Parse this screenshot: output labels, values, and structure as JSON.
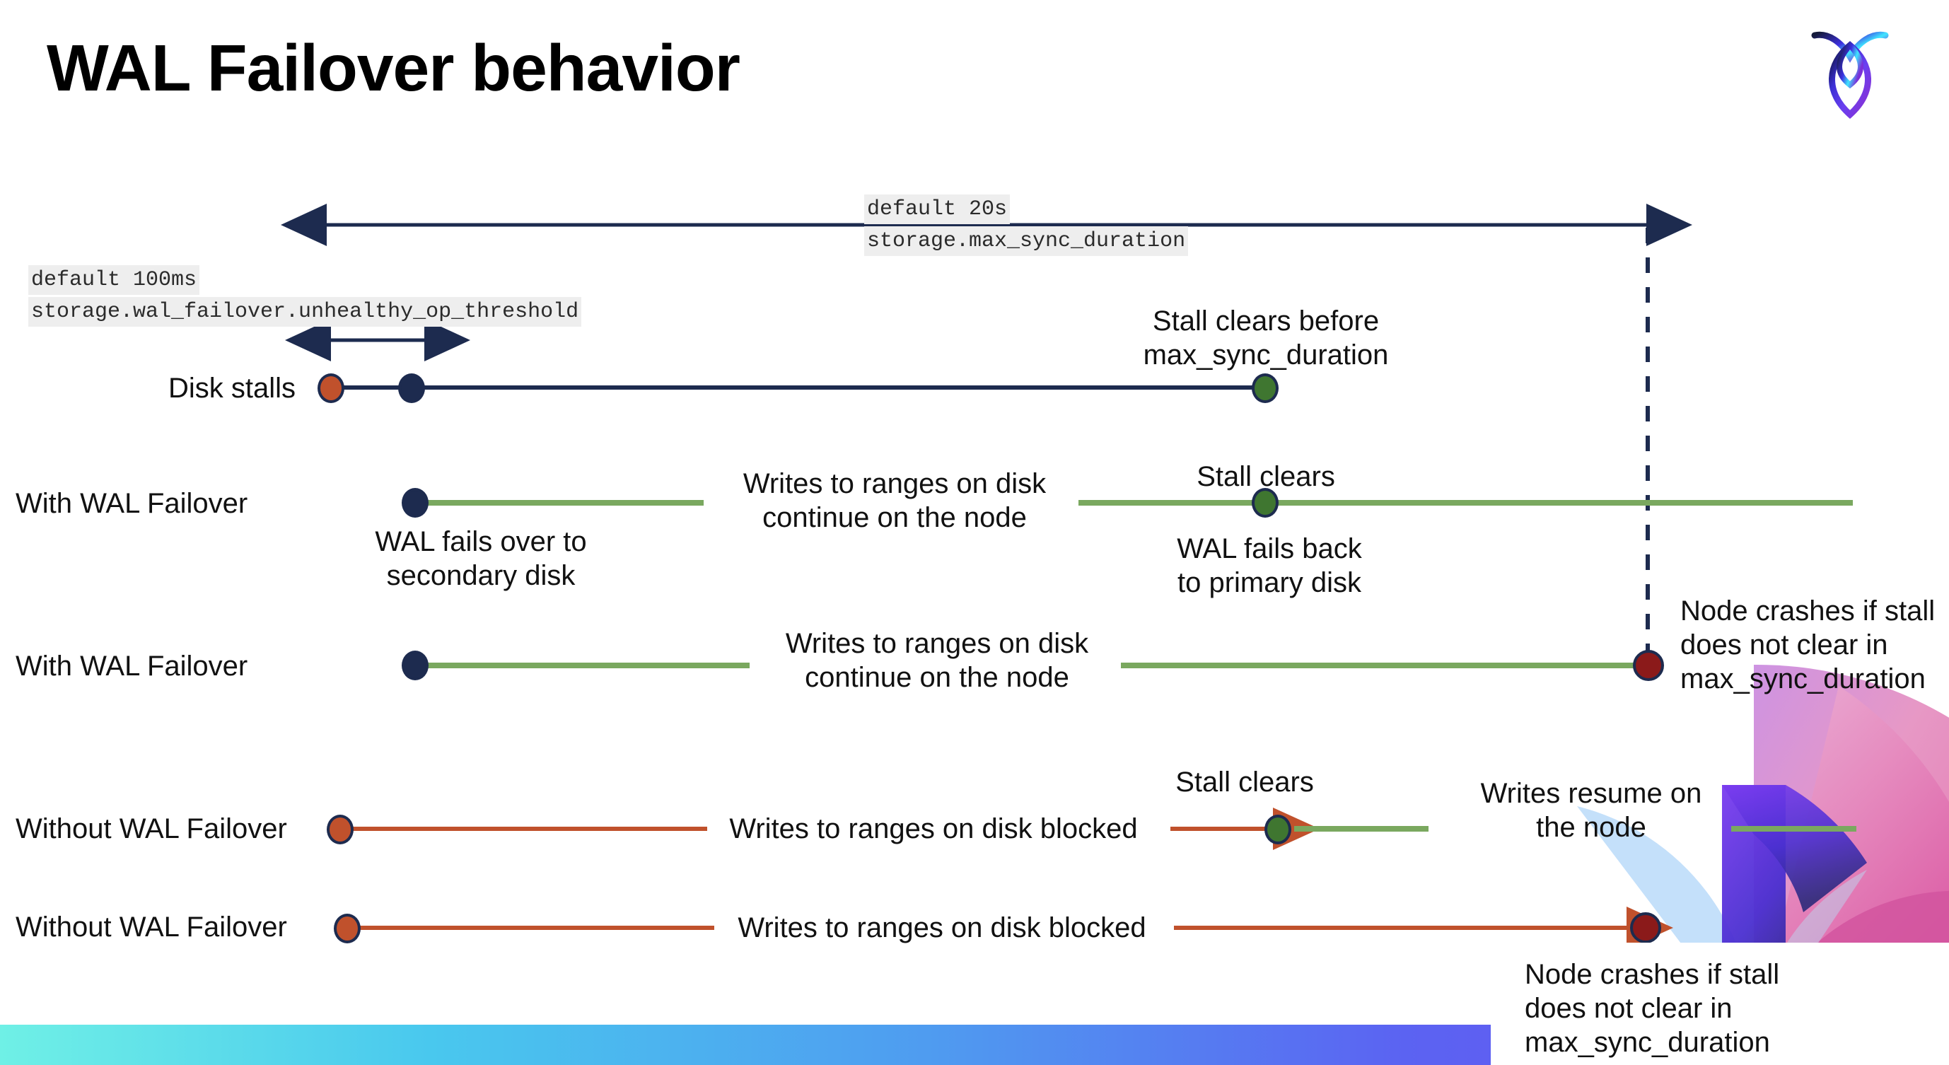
{
  "page": {
    "title": "WAL Failover behavior",
    "brand_logo_name": "cockroachdb-logo"
  },
  "colors": {
    "navy": "#1d2b4f",
    "green_line": "#7aa85f",
    "green_dot": "#3f7630",
    "orange_line": "#c0512c",
    "orange_dot": "#c0512c",
    "dark_red_dot": "#8b1a1a",
    "chip_bg": "#eeeeee",
    "bottom_bar_start": "#6ff0e6",
    "bottom_bar_end": "#6c4ff2"
  },
  "settings": {
    "max_sync_duration": {
      "default_line": "default 20s",
      "name_line": "storage.max_sync_duration"
    },
    "unhealthy_op_threshold": {
      "default_line": "default 100ms",
      "name_line": "storage.wal_failover.unhealthy_op_threshold"
    }
  },
  "rows": [
    {
      "label": "Disk stalls",
      "annotations": [
        "Stall clears before\nmax_sync_duration"
      ]
    },
    {
      "label": "With WAL Failover",
      "annotations": [
        "WAL fails over to\nsecondary disk",
        "Writes to ranges on disk\ncontinue on the node",
        "Stall clears",
        "WAL fails  back\nto primary disk"
      ]
    },
    {
      "label": "With WAL Failover",
      "annotations": [
        "Writes to ranges on disk\ncontinue on the node",
        "Node crashes if stall\ndoes not clear in\nmax_sync_duration"
      ]
    },
    {
      "label": "Without WAL Failover",
      "annotations": [
        "Writes to ranges on disk  blocked",
        "Stall clears",
        "Writes resume on\nthe node"
      ]
    },
    {
      "label": "Without WAL Failover",
      "annotations": [
        "Writes to ranges on disk  blocked",
        "Node crashes if stall\ndoes not clear in\nmax_sync_duration"
      ]
    }
  ]
}
